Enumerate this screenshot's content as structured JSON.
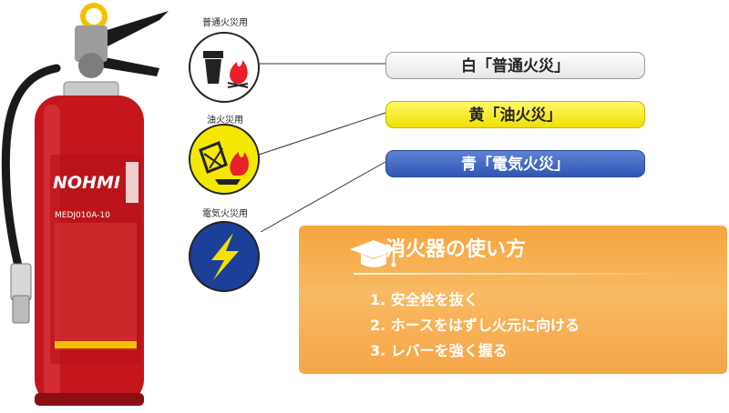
{
  "extinguisher": {
    "brand": "NOHMI",
    "model": "MEDJ010A-10"
  },
  "fire_types": [
    {
      "icon_label": "普通火災用",
      "pill": "白「普通火災」",
      "color": "#ffffff"
    },
    {
      "icon_label": "油火災用",
      "pill": "黄「油火災」",
      "color": "#f5e800"
    },
    {
      "icon_label": "電気火災用",
      "pill": "青「電気火災」",
      "color": "#2f56b4"
    }
  ],
  "howto": {
    "title": "消火器の使い方",
    "steps": [
      "1. 安全栓を抜く",
      "2. ホースをはずし火元に向ける",
      "3. レバーを強く握る"
    ]
  }
}
